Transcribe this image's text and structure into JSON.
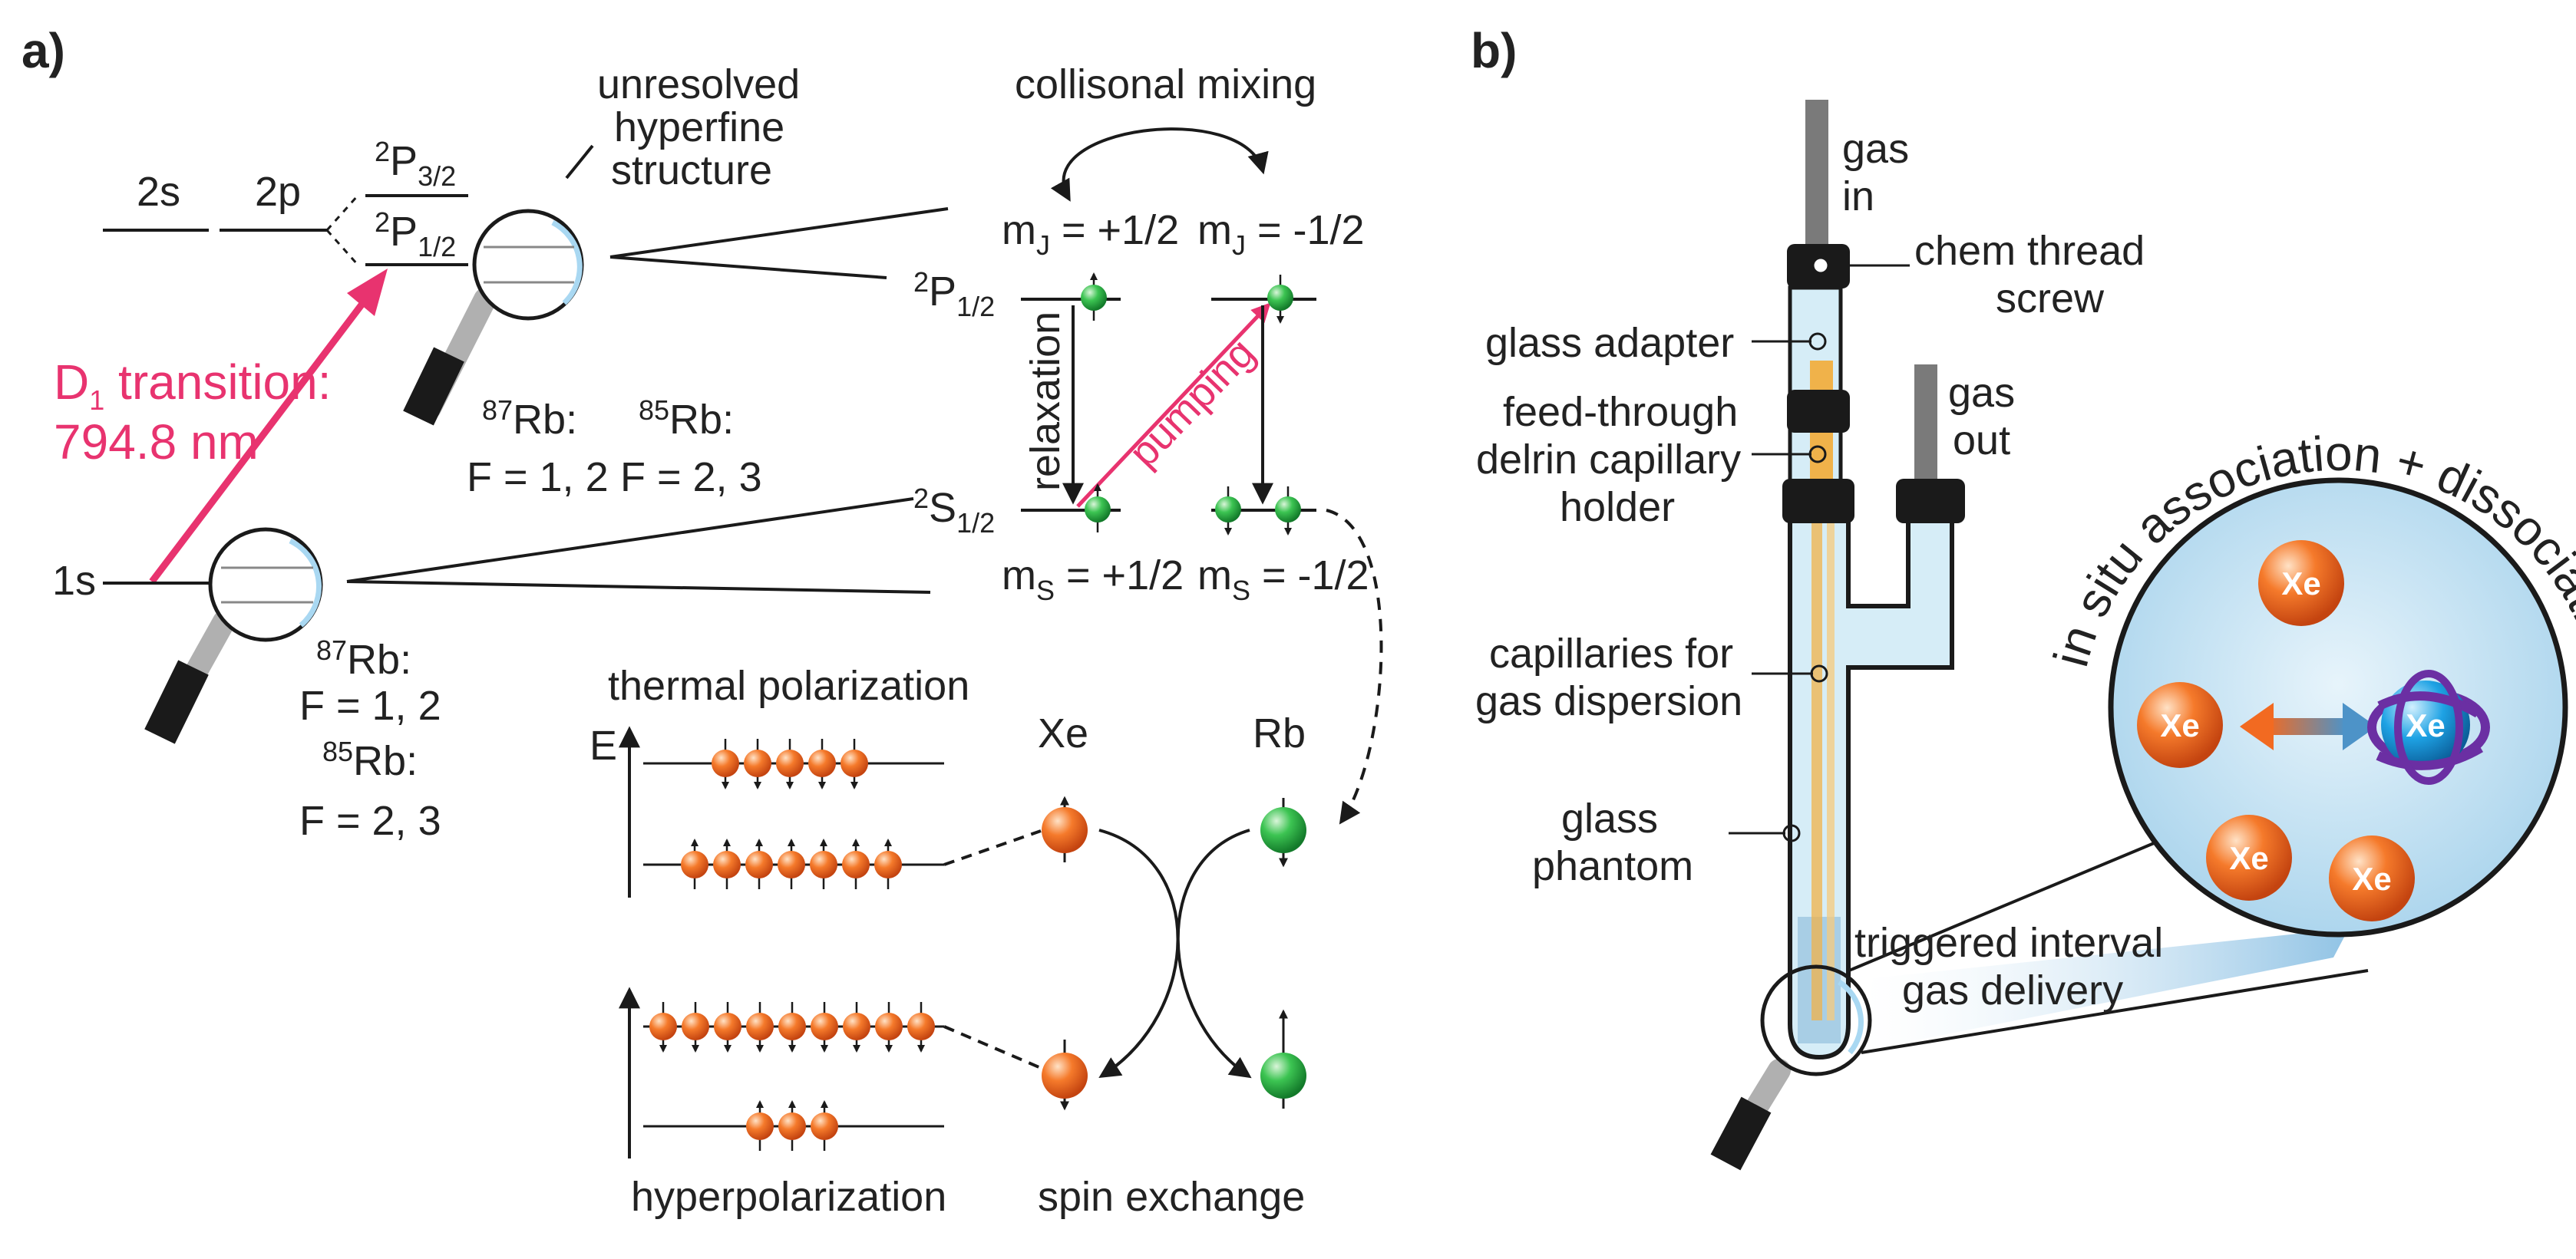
{
  "panel_a": {
    "tag": "a)",
    "levels": {
      "s2": "2s",
      "p2": "2p",
      "s1": "1s"
    },
    "p32": {
      "sup": "2",
      "main": "P",
      "sub": "3/2"
    },
    "p12": {
      "sup": "2",
      "main": "P",
      "sub": "1/2"
    },
    "unresolved": [
      "unresolved",
      "hyperfine",
      "structure"
    ],
    "d1_label": [
      "D",
      "1",
      " transition:",
      "794.8 nm"
    ],
    "rb_upper": {
      "rb87": {
        "sup": "87",
        "main": "Rb:",
        "f": "F = 1, 2"
      },
      "rb85": {
        "sup": "85",
        "main": "Rb:",
        "f": "F = 2, 3"
      }
    },
    "rb_lower": {
      "rb87": {
        "sup": "87",
        "main": "Rb:",
        "f": "F = 1, 2"
      },
      "rb85": {
        "sup": "85",
        "main": "Rb:",
        "f": "F = 2, 3"
      }
    },
    "collisional": "collisonal mixing",
    "mj_plus": {
      "main": "m",
      "sub": "J",
      "rest": " = +1/2"
    },
    "mj_minus": {
      "main": "m",
      "sub": "J",
      "rest": " = -1/2"
    },
    "p12_right": {
      "sup": "2",
      "main": "P",
      "sub": "1/2"
    },
    "s12_right": {
      "sup": "2",
      "main": "S",
      "sub": "1/2"
    },
    "relaxation": "relaxation",
    "pumping": "pumping",
    "ms_plus": {
      "main": "m",
      "sub": "S",
      "rest": " = +1/2"
    },
    "ms_minus": {
      "main": "m",
      "sub": "S",
      "rest": " = -1/2"
    },
    "thermal": "thermal polarization",
    "energy": "E",
    "hyperpol": "hyperpolarization",
    "xe": "Xe",
    "rb": "Rb",
    "spin_exchange": "spin exchange"
  },
  "panel_b": {
    "tag": "b)",
    "gas_in": [
      "gas",
      "in"
    ],
    "gas_out": [
      "gas",
      "out"
    ],
    "chem_thread": [
      "chem thread",
      "screw"
    ],
    "glass_adapter": "glass adapter",
    "feed_through": [
      "feed-through",
      "delrin capillary",
      "holder"
    ],
    "capillaries": [
      "capillaries for",
      "gas dispersion"
    ],
    "glass_phantom": [
      "glass",
      "phantom"
    ],
    "triggered": [
      "triggered interval",
      "gas delivery"
    ],
    "in_situ": "in situ association + dissociation",
    "xe": "Xe"
  },
  "colors": {
    "pink": "#e8336f",
    "green": "#2db34a",
    "orange": "#f26a21",
    "blue": "#1c8fd6",
    "purple": "#6b2fa3",
    "tube_fill": "#d6edf7",
    "capillary": "#f0b24a"
  }
}
